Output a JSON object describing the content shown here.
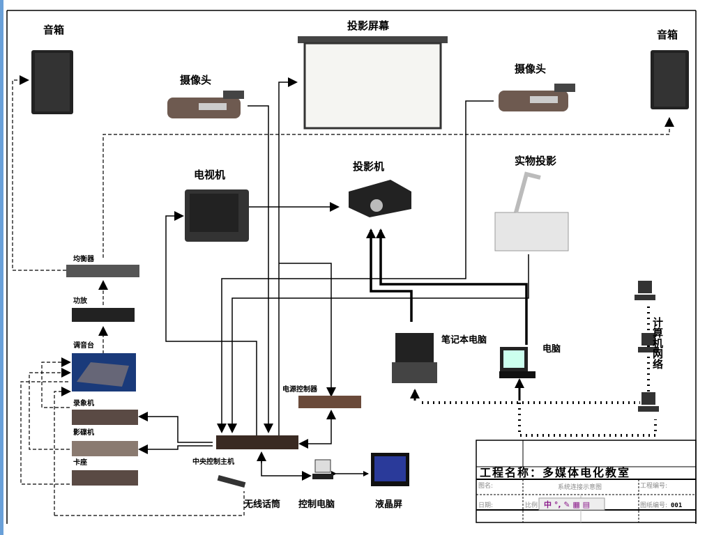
{
  "devices": {
    "speaker_left": "音箱",
    "speaker_right": "音箱",
    "projection_screen": "投影屏幕",
    "camera_left": "摄像头",
    "camera_right": "摄像头",
    "tv": "电视机",
    "projector": "投影机",
    "document_camera": "实物投影",
    "equalizer": "均衡器",
    "amplifier": "功放",
    "mixer": "调音台",
    "vcr": "录象机",
    "dvd_player": "影碟机",
    "cassette_deck": "卡座",
    "power_controller": "电源控制器",
    "central_controller": "中央控制主机",
    "wireless_mic": "无线话筒",
    "control_pc": "控制电脑",
    "lcd": "液晶屏",
    "laptop": "笔记本电脑",
    "computer": "电脑",
    "network": "计算机网络"
  },
  "title_block": {
    "project_name": "工程名称：多媒体电化教室",
    "drawing_name_label": "图名:",
    "drawing_name": "系统连接示意图",
    "project_no_label": "工程编号:",
    "date_label": "日期:",
    "scale_label": "比例",
    "drawing_no_label": "图纸编号:",
    "drawing_no": "001"
  }
}
